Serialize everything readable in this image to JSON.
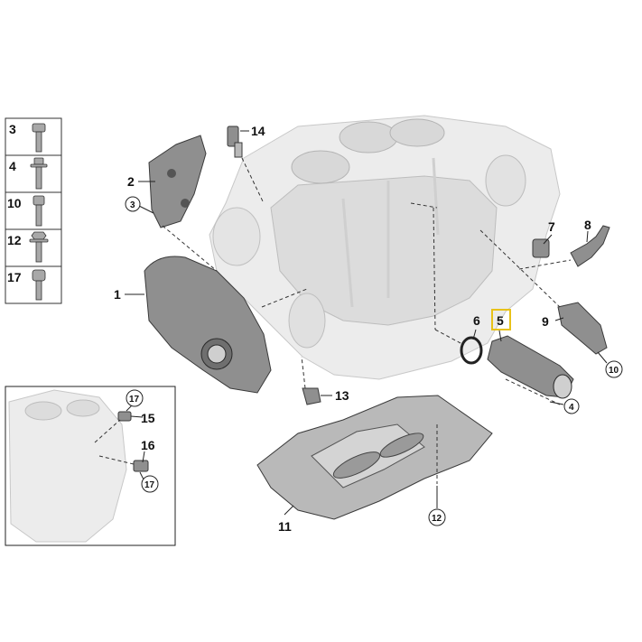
{
  "callouts": {
    "c1": "1",
    "c2": "2",
    "c3": "3",
    "c4": "4",
    "c5": "5",
    "c6": "6",
    "c7": "7",
    "c8": "8",
    "c9": "9",
    "c10": "10",
    "c11": "11",
    "c12": "12",
    "c13": "13",
    "c14": "14",
    "c15": "15",
    "c16": "16",
    "c17a": "17",
    "c17b": "17"
  },
  "legend": [
    "3",
    "4",
    "10",
    "12",
    "17"
  ],
  "highlight_color": "#e8c21a"
}
